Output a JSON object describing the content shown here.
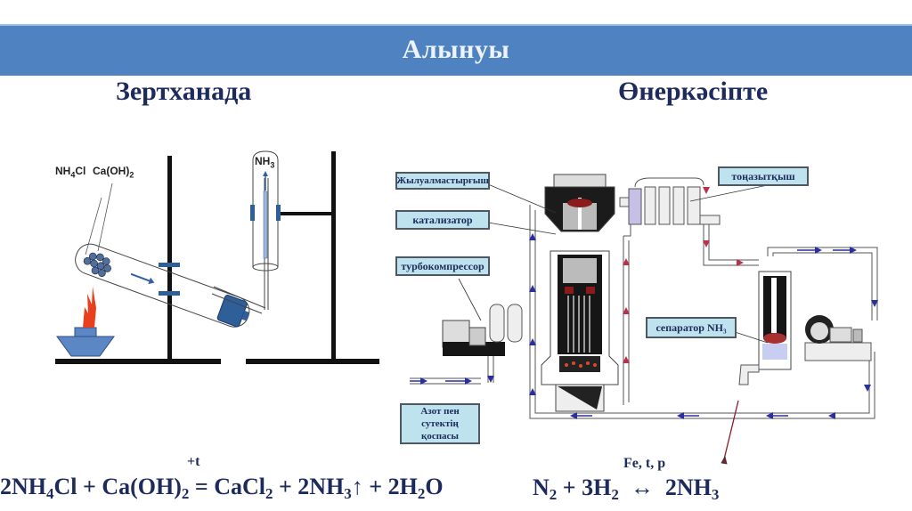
{
  "slide": {
    "title": "Алынуы",
    "sections": {
      "laboratory": "Зертханада",
      "industry": "Өнеркәсіпте"
    }
  },
  "lab_diagram": {
    "labels": {
      "reagent1_base": "NH",
      "reagent1_sub": "4",
      "reagent1_end": "Cl",
      "reagent2_base": "Ca(OH)",
      "reagent2_sub": "2",
      "product_base": "NH",
      "product_sub": "3"
    }
  },
  "industrial_diagram": {
    "labels": {
      "heat_exchanger": "Жылуалмастырғыш",
      "catalyst": "катализатор",
      "turbocompressor": "турбокомпрессор",
      "cooler": "тоңазытқыш",
      "separator": "сепаратор NH₃",
      "feed_mixture": "Азот пен сутектің қоспасы"
    }
  },
  "equations": {
    "lab": {
      "left": [
        "2NH",
        "4",
        "Cl + Ca(OH)",
        "2"
      ],
      "arrow": "=",
      "condition": "+t",
      "right": [
        "CaCl",
        "2",
        " + 2NH",
        "3",
        "↑ + 2H",
        "2",
        "O"
      ]
    },
    "industry": {
      "left": [
        "N",
        "2",
        " + 3H",
        "2"
      ],
      "arrow": "↔",
      "condition": "Fe, t, p",
      "right": [
        "2NH",
        "3"
      ]
    }
  },
  "colors": {
    "banner": "#4f82c0",
    "heading_text": "#1d2a5c",
    "label_box_fill": "#bfe3ee",
    "apparatus_blue": "#3b63a3",
    "flame": "#e8401c",
    "flow_blue": "#2b2f9e",
    "flow_red": "#b8334a"
  }
}
